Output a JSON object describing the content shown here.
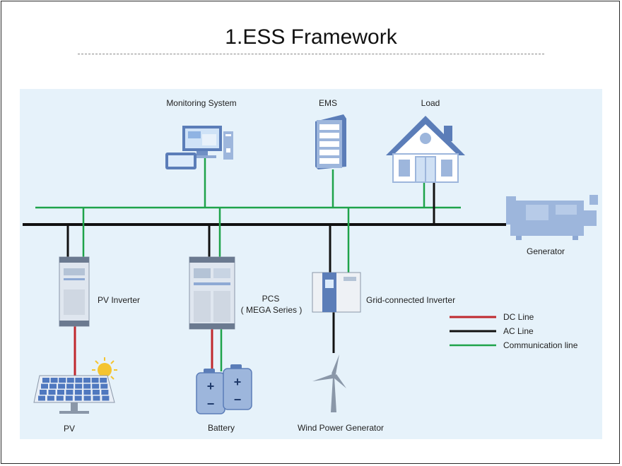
{
  "title": "1.ESS Framework",
  "colors": {
    "background": "#e6f2fa",
    "dc_line": "#c0282d",
    "ac_line": "#111111",
    "comm_line": "#1ea34a",
    "device": "#9db6dc",
    "device_dark": "#5b7db8"
  },
  "components": {
    "monitoring": "Monitoring System",
    "ems": "EMS",
    "load": "Load",
    "generator": "Generator",
    "pv_inverter": "PV Inverter",
    "pcs_line1": "PCS",
    "pcs_line2": "( MEGA  Series )",
    "grid_inverter": "Grid-connected Inverter",
    "pv": "PV",
    "battery": "Battery",
    "wind": "Wind Power Generator"
  },
  "legend": {
    "dc": "DC Line",
    "ac": "AC Line",
    "comm": "Communication line"
  },
  "icons": {
    "battery_plus": "+",
    "battery_minus": "−"
  }
}
